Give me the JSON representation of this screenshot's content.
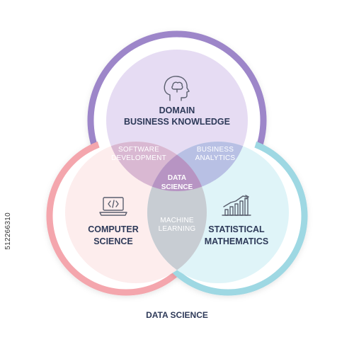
{
  "diagram": {
    "circles": {
      "domain": {
        "title_line1": "DOMAIN",
        "title_line2": "BUSINESS KNOWLEDGE",
        "icon": "brain-head-icon",
        "color": "#9d86c9",
        "fill": "#e6dcf3"
      },
      "computer": {
        "title_line1": "COMPUTER",
        "title_line2": "SCIENCE",
        "icon": "laptop-code-icon",
        "color": "#f4a6ad",
        "fill": "#fdecec"
      },
      "statistical": {
        "title_line1": "STATISTICAL",
        "title_line2": "MATHEMATICS",
        "icon": "bar-chart-growth-icon",
        "color": "#9ed8e3",
        "fill": "#ddf3f8"
      }
    },
    "intersections": {
      "software": {
        "line1": "SOFTWARE",
        "line2": "DEVELOPMENT"
      },
      "business": {
        "line1": "BUSINESS",
        "line2": "ANALYTICS"
      },
      "machine": {
        "line1": "MACHINE",
        "line2": "LEARNING"
      },
      "center": {
        "line1": "DATA",
        "line2": "SCIENCE"
      }
    }
  },
  "footer_title": "DATA SCIENCE",
  "stock_id": "512266310"
}
